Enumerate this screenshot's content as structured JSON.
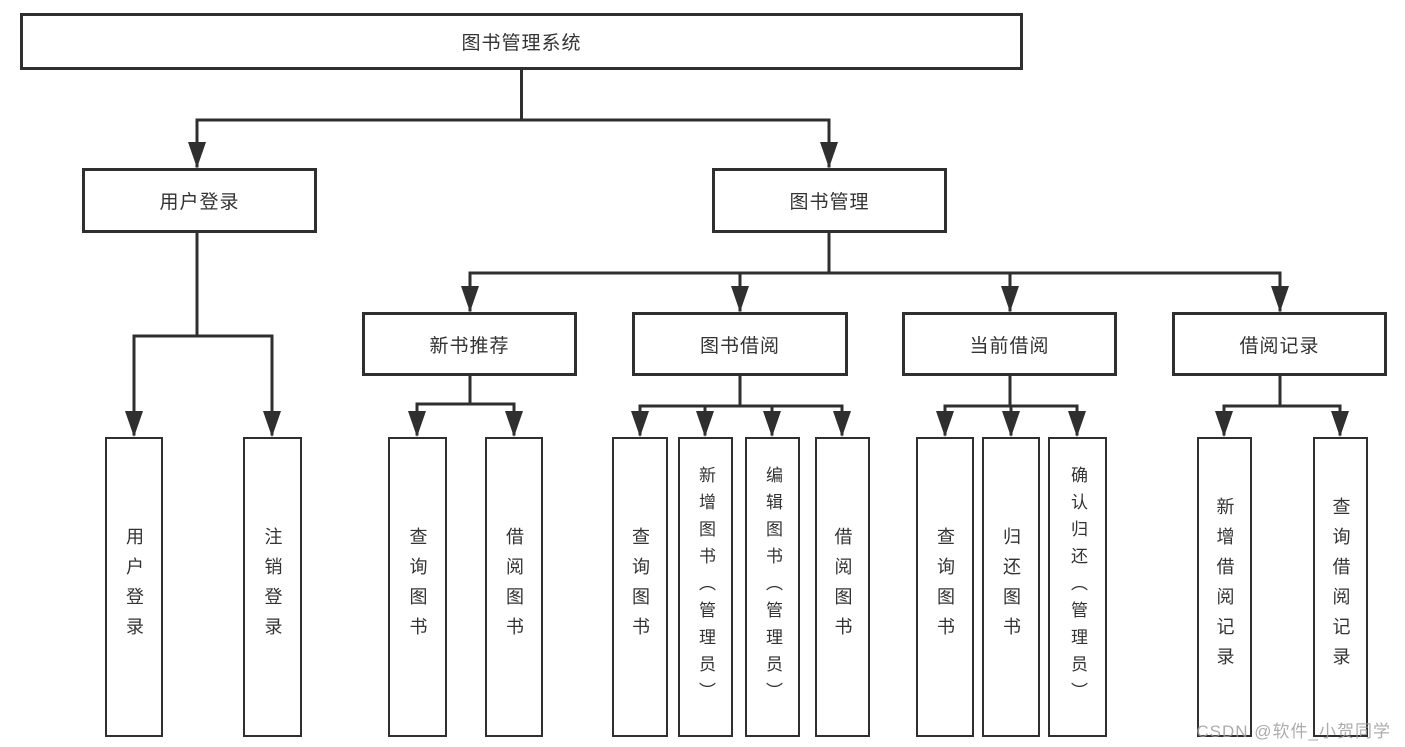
{
  "diagram": {
    "colors": {
      "line": "#2f2f2f",
      "border": "#2f2f2f",
      "text": "#333333",
      "background": "#ffffff",
      "watermark": "#9e9e9e"
    },
    "root": {
      "label": "图书管理系统"
    },
    "login_branch": {
      "label": "用户登录",
      "children": [
        {
          "label": "用户登录"
        },
        {
          "label": "注销登录"
        }
      ]
    },
    "management_branch": {
      "label": "图书管理",
      "modules": [
        {
          "label": "新书推荐",
          "children": [
            {
              "label": "查询图书"
            },
            {
              "label": "借阅图书"
            }
          ]
        },
        {
          "label": "图书借阅",
          "children": [
            {
              "label": "查询图书"
            },
            {
              "label": "新增图书（管理员）"
            },
            {
              "label": "编辑图书（管理员）"
            },
            {
              "label": "借阅图书"
            }
          ]
        },
        {
          "label": "当前借阅",
          "children": [
            {
              "label": "查询图书"
            },
            {
              "label": "归还图书"
            },
            {
              "label": "确认归还（管理员）"
            }
          ]
        },
        {
          "label": "借阅记录",
          "children": [
            {
              "label": "新增借阅记录"
            },
            {
              "label": "查询借阅记录"
            }
          ]
        }
      ]
    },
    "watermark": "CSDN @软件_小贺同学"
  }
}
